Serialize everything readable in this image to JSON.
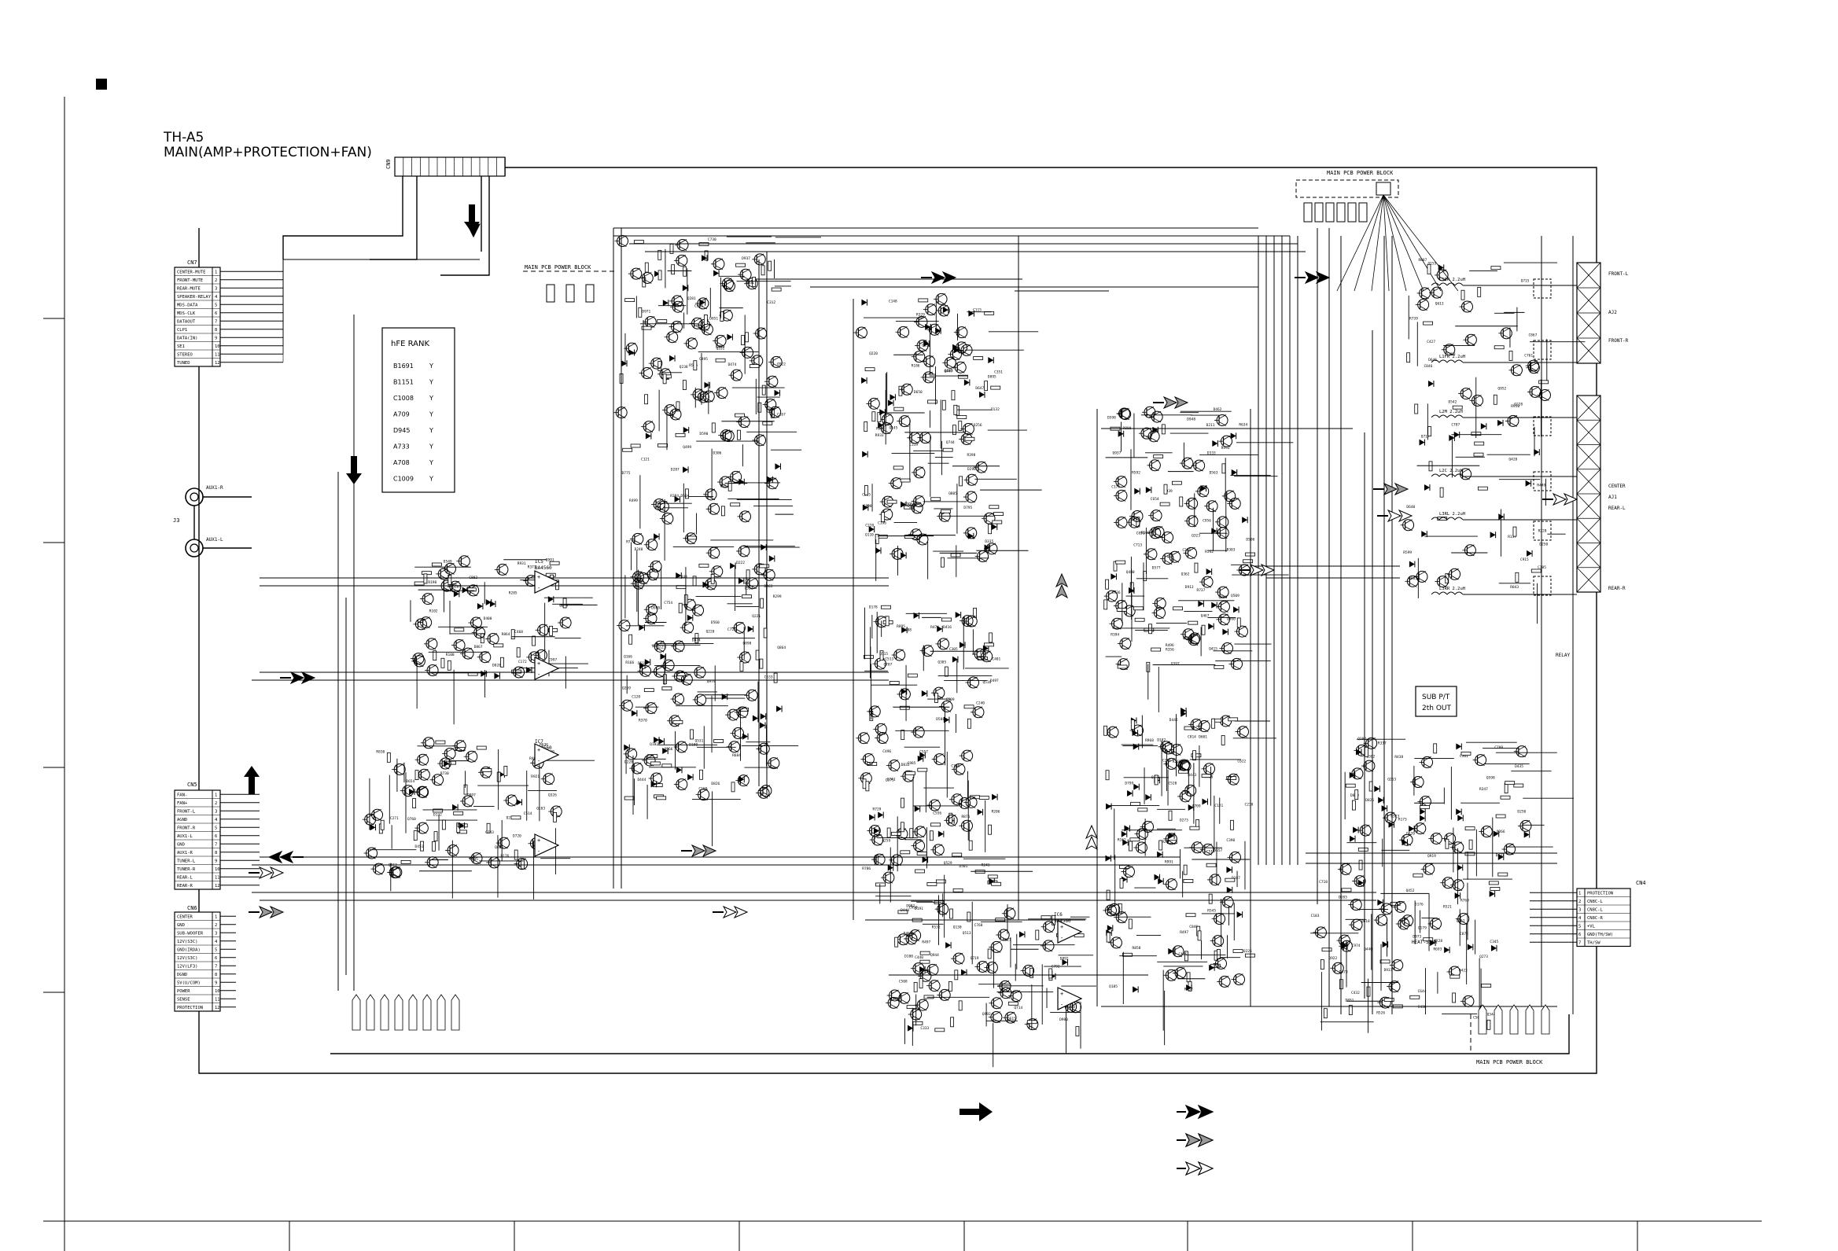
{
  "title": {
    "model": "TH-A5",
    "board": "MAIN(AMP+PROTECTION+FAN)"
  },
  "connectors": {
    "cn7": {
      "name": "CN7",
      "pins": [
        "CENTER-MUTE",
        "FRONT-MUTE",
        "REAR-MUTE",
        "SPEAKER-RELAY",
        "MDS-DATA",
        "MDS-CLK",
        "DATAOUT",
        "CLP1",
        "DATA(IN)",
        "SE1",
        "STEREO",
        "TUNED"
      ]
    },
    "cn5": {
      "name": "CN5",
      "pins": [
        "FAN-",
        "FAN+",
        "FRONT-L",
        "AGND",
        "FRONT-R",
        "AUX1-L",
        "GND",
        "AUX1-R",
        "TUNER-L",
        "TUNER-R",
        "REAR-L",
        "REAR-R"
      ]
    },
    "cn6": {
      "name": "CN6",
      "pins": [
        "CENTER",
        "GND",
        "SUB-WOOFER",
        "12V(S3C)",
        "GND(IRDA)",
        "12V(S3C)",
        "12V(LF3)",
        "DGND",
        "5V(U/COM)",
        "POWER",
        "SENSE",
        "PROTECTION"
      ]
    },
    "cn4": {
      "name": "CN4",
      "pins": [
        "PROTECTION",
        "CN8C-L",
        "CN8C-L",
        "CN8C-R",
        "+VL",
        "GND(TH/SW)",
        "TH/SW"
      ]
    },
    "cn9": {
      "name": "CN9"
    },
    "j3": {
      "name": "J3",
      "labels": [
        "AUX1-R",
        "AUX1-L"
      ]
    }
  },
  "hfe_rank": {
    "title": "hFE RANK",
    "rows": [
      {
        "part": "B1691",
        "rank": "Y"
      },
      {
        "part": "B1151",
        "rank": "Y"
      },
      {
        "part": "C1008",
        "rank": "Y"
      },
      {
        "part": "A709",
        "rank": "Y"
      },
      {
        "part": "D945",
        "rank": "Y"
      },
      {
        "part": "A733",
        "rank": "Y"
      },
      {
        "part": "A708",
        "rank": "Y"
      },
      {
        "part": "C1009",
        "rank": "Y"
      }
    ]
  },
  "blocks": {
    "main_pcb_power_block": "MAIN PCB POWER BLOCK",
    "sub_pt_line1": "SUB P/T",
    "sub_pt_line2": "2th OUT",
    "heat_sink": "HEAT-SINK",
    "relay": "RELAY"
  },
  "output_labels": {
    "front_l": "FRONT-L",
    "front_r": "FRONT-R",
    "center": "CENTER",
    "rear_l": "REAR-L",
    "rear_r": "REAR-R",
    "j1": "AJ1",
    "j2": "AJ2"
  },
  "ics": [
    {
      "ref": "IC5",
      "part": "BA4560"
    },
    {
      "ref": "IC7",
      "part": "BA4560"
    },
    {
      "ref": "IC6",
      "part": "BA4560"
    }
  ],
  "inductors": [
    "L1FR 2.2uH",
    "L1FR 2.2uH",
    "L2M 2.2uH",
    "L2C 2.2uH",
    "L3RL 2.2uH",
    "L3RR 2.2uH"
  ],
  "signal_legend": {
    "style": "arrows",
    "items": [
      "solid-black-arrow",
      "double-black-arrow",
      "double-gray-arrow",
      "double-white-arrow"
    ]
  },
  "colors": {
    "line": "#000000",
    "gray_arrow": "#9a9a9a",
    "background": "#ffffff"
  }
}
